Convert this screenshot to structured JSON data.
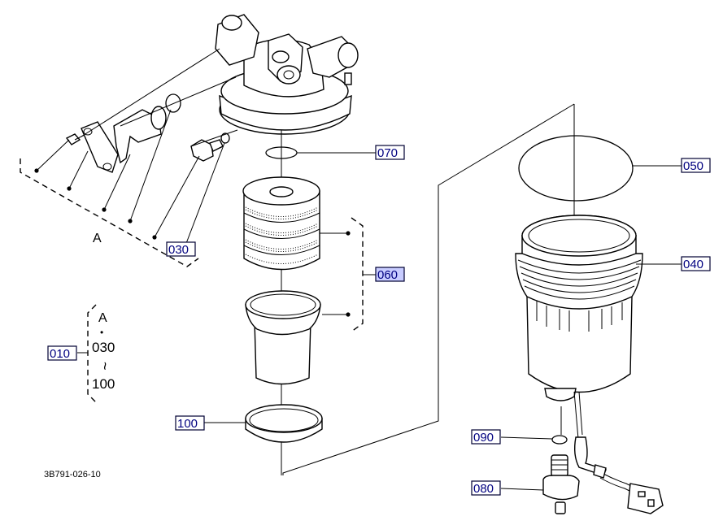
{
  "callouts": {
    "c010": "010",
    "c030": "030",
    "c040": "040",
    "c050": "050",
    "c060": "060",
    "c070": "070",
    "c080": "080",
    "c090": "090",
    "c100": "100"
  },
  "kit": {
    "group_letter": "A",
    "separator": "•",
    "range_start": "030",
    "range_tilde": "~",
    "range_end": "100"
  },
  "group_label": "A",
  "drawing_number": "3B791-026-10",
  "colors": {
    "callout_text": "#000080",
    "callout_highlight": "#c8ccff",
    "line": "#000000"
  }
}
